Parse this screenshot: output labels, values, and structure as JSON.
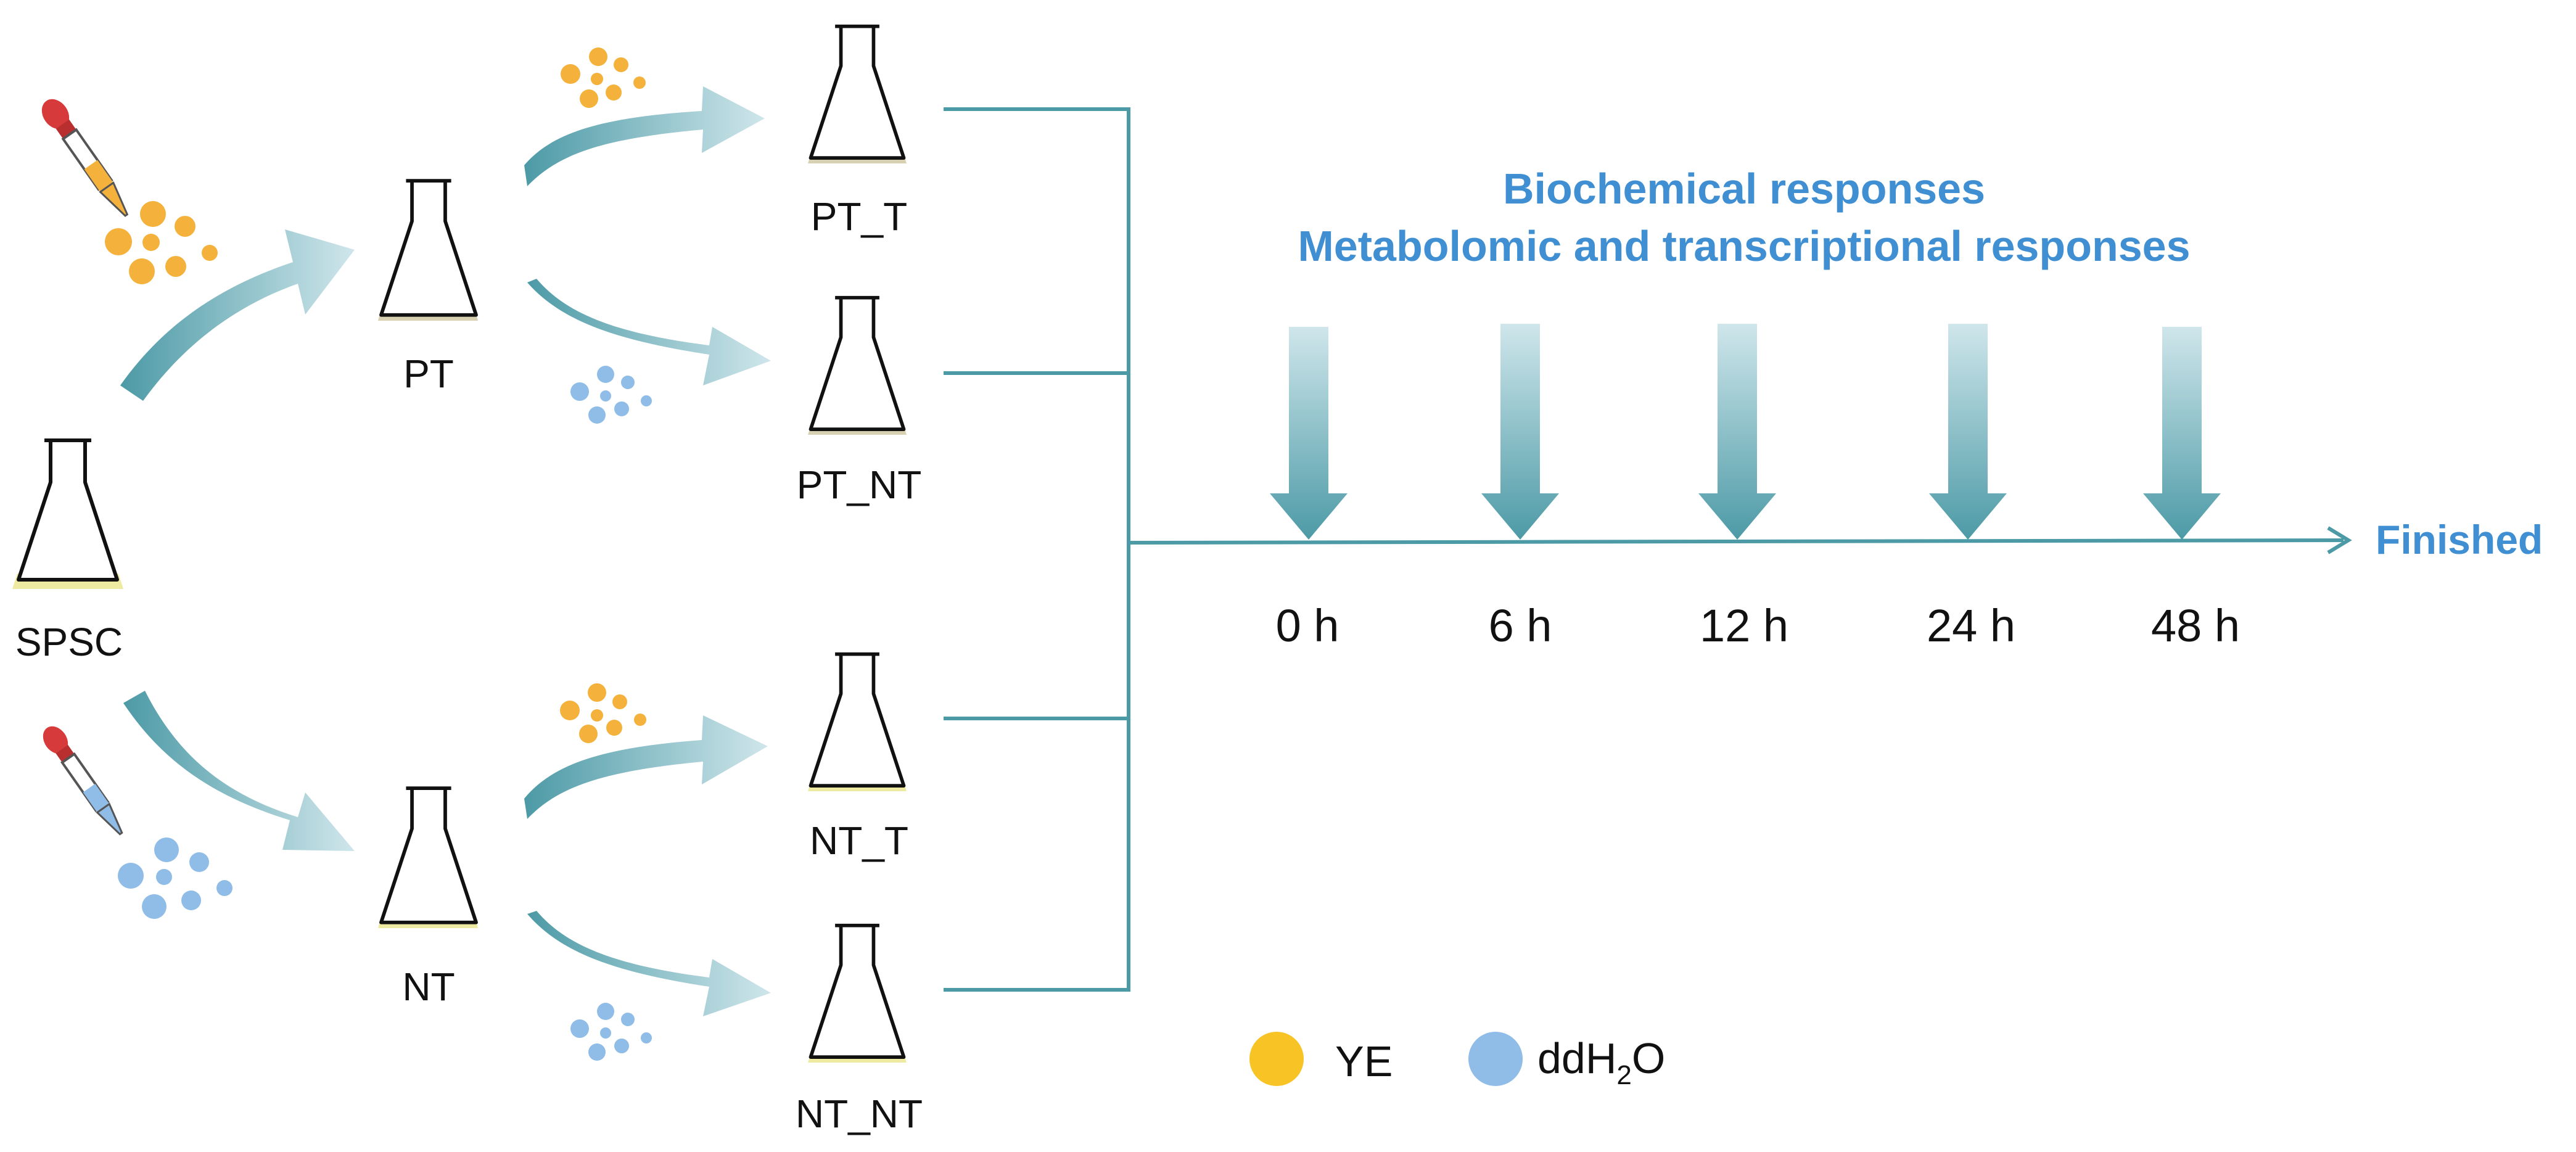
{
  "colors": {
    "teal": "#4c9aa6",
    "teal_light": "#c9e4ea",
    "title_blue": "#3f8fd2",
    "ye_orange": "#f4b23c",
    "legend_yellow": "#f7c325",
    "water_blue": "#8fbde8",
    "medium_tan": "#d8d1b1",
    "medium_yellow": "#eeeaa2",
    "dropper_red": "#d63a3a"
  },
  "icons": {
    "flask": "erlenmeyer-flask-icon",
    "dropper_ye": "dropper-ye-icon",
    "dropper_water": "dropper-water-icon",
    "arrow": "curved-arrow-icon",
    "down_arrow": "down-arrow-icon"
  },
  "flasks": {
    "spsc": "SPSC",
    "pt": "PT",
    "nt": "NT",
    "pt_t": "PT_T",
    "pt_nt": "PT_NT",
    "nt_t": "NT_T",
    "nt_nt": "NT_NT"
  },
  "titles": {
    "line1": "Biochemical responses",
    "line2": "Metabolomic and transcriptional responses"
  },
  "timeline": {
    "points": [
      "0 h",
      "6 h",
      "12 h",
      "24 h",
      "48 h"
    ],
    "end_label": "Finished"
  },
  "legend": {
    "ye": "YE",
    "water_main": "ddH",
    "water_sub": "2",
    "water_tail": "O"
  }
}
